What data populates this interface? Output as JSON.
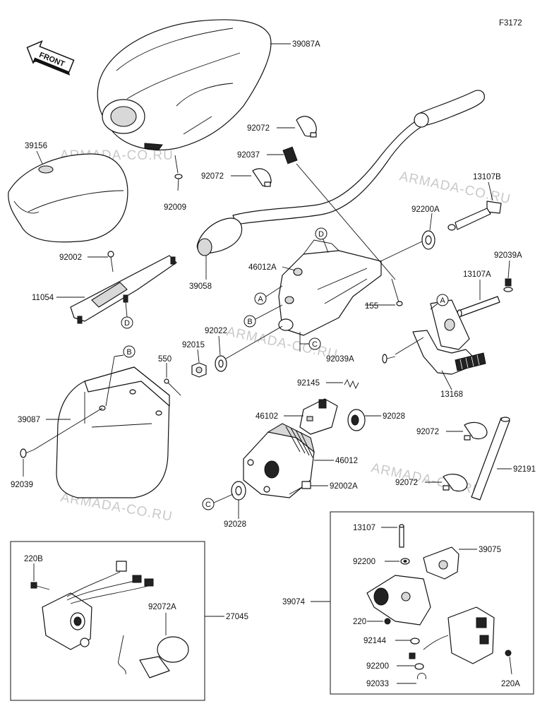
{
  "figure_code": "F3172",
  "front_label": "FRONT",
  "watermark": "ARMADA-CO.RU",
  "parts": {
    "p39087A": "39087A",
    "p39156": "39156",
    "p92009": "92009",
    "p92072_a": "92072",
    "p92037": "92037",
    "p92072_b": "92072",
    "p13107B": "13107B",
    "p92200A": "92200A",
    "p92002": "92002",
    "p11054": "11054",
    "p39058": "39058",
    "p46012A": "46012A",
    "p92039A": "92039A",
    "p13107A": "13107A",
    "p155": "155",
    "p92022": "92022",
    "p92015": "92015",
    "p550": "550",
    "p92039A_b": "92039A",
    "p13168": "13168",
    "p92145": "92145",
    "p39087": "39087",
    "p46102": "46102",
    "p92028_a": "92028",
    "p92072_c": "92072",
    "p46012": "46012",
    "p92191": "92191",
    "p92072_d": "92072",
    "p92039": "92039",
    "p92002A": "92002A",
    "p92028_b": "92028",
    "p220B": "220B",
    "p92072A": "92072A",
    "p27045": "27045",
    "p13107": "13107",
    "p39075": "39075",
    "p92200": "92200",
    "p39074": "39074",
    "p220": "220",
    "p92144": "92144",
    "p92200_b": "92200",
    "p92033": "92033",
    "p220A": "220A"
  },
  "callouts": {
    "a1": "A",
    "a2": "A",
    "b1": "B",
    "b2": "B",
    "c1": "C",
    "c2": "C",
    "d1": "D",
    "d2": "D"
  }
}
